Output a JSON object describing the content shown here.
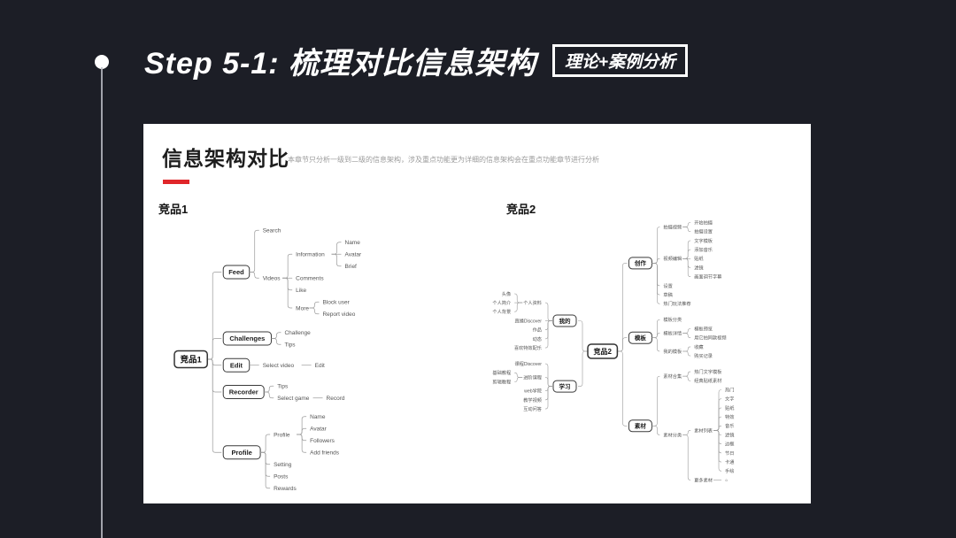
{
  "slide": {
    "step_title": "Step 5-1:  梳理对比信息架构",
    "badge": "理论+案例分析"
  },
  "card": {
    "title": "信息架构对比",
    "subtitle": "本章节只分析一级到二级的信息架构，涉及重点功能更为详细的信息架构会在重点功能章节进行分析",
    "accent_color": "#e0262a"
  },
  "sections": [
    {
      "label": "竞品1"
    },
    {
      "label": "竞品2"
    }
  ],
  "maps": [
    {
      "id": "mindmap-1",
      "root": {
        "label": "竞品1",
        "children": [
          {
            "label": "Feed",
            "children": [
              {
                "label": "Search"
              },
              {
                "label": "Videos",
                "children": [
                  {
                    "label": "Information",
                    "children": [
                      {
                        "label": "Name"
                      },
                      {
                        "label": "Avatar"
                      },
                      {
                        "label": "Brief"
                      }
                    ]
                  },
                  {
                    "label": "Comments"
                  },
                  {
                    "label": "Like"
                  },
                  {
                    "label": "More",
                    "children": [
                      {
                        "label": "Block user"
                      },
                      {
                        "label": "Report video"
                      }
                    ]
                  }
                ]
              }
            ]
          },
          {
            "label": "Challenges",
            "children": [
              {
                "label": "Challenge"
              },
              {
                "label": "Tips"
              }
            ]
          },
          {
            "label": "Edit",
            "children": [
              {
                "label": "Select video",
                "children": [
                  {
                    "label": "Edit"
                  }
                ]
              }
            ]
          },
          {
            "label": "Recorder",
            "children": [
              {
                "label": "Tips"
              },
              {
                "label": "Select game",
                "children": [
                  {
                    "label": "Record"
                  }
                ]
              }
            ]
          },
          {
            "label": "Profile",
            "children": [
              {
                "label": "Profile",
                "children": [
                  {
                    "label": "Name"
                  },
                  {
                    "label": "Avatar"
                  },
                  {
                    "label": "Followers"
                  },
                  {
                    "label": "Add friends"
                  }
                ]
              },
              {
                "label": "Setting"
              },
              {
                "label": "Posts"
              },
              {
                "label": "Rewards"
              }
            ]
          }
        ]
      }
    },
    {
      "id": "mindmap-2",
      "root": {
        "label": "竞品2",
        "children": [
          {
            "label": "我的",
            "side": "left",
            "children": [
              {
                "label": "个人资料",
                "children": [
                  {
                    "label": "头像"
                  },
                  {
                    "label": "个人简介"
                  },
                  {
                    "label": "个人背景"
                  }
                ]
              },
              {
                "label": "直播Discover"
              },
              {
                "label": "作品"
              },
              {
                "label": "动态"
              },
              {
                "label": "喜欢特效配乐"
              }
            ]
          },
          {
            "label": "学习",
            "side": "left",
            "children": [
              {
                "label": "课程Discover"
              },
              {
                "label": "进阶课程",
                "children": [
                  {
                    "label": "基础教程"
                  },
                  {
                    "label": "剪辑教程"
                  }
                ]
              },
              {
                "label": "web学院"
              },
              {
                "label": "教学视频"
              },
              {
                "label": "互动问答"
              }
            ]
          },
          {
            "label": "创作",
            "side": "right",
            "children": [
              {
                "label": "拍摄视频",
                "children": [
                  {
                    "label": "开始拍摄"
                  },
                  {
                    "label": "拍摄设置"
                  }
                ]
              },
              {
                "label": "视频编辑",
                "children": [
                  {
                    "label": "文字模板"
                  },
                  {
                    "label": "添加音乐"
                  },
                  {
                    "label": "贴纸"
                  },
                  {
                    "label": "滤镜"
                  },
                  {
                    "label": "画面调节字幕"
                  }
                ]
              },
              {
                "label": "设置"
              },
              {
                "label": "草稿"
              },
              {
                "label": "热门玩法推荐"
              }
            ]
          },
          {
            "label": "模板",
            "side": "right",
            "children": [
              {
                "label": "模板分类"
              },
              {
                "label": "模板详情",
                "children": [
                  {
                    "label": "模板预览"
                  },
                  {
                    "label": "用它拍同款视频"
                  }
                ]
              },
              {
                "label": "我的模板",
                "children": [
                  {
                    "label": "收藏"
                  },
                  {
                    "label": "购买记录"
                  }
                ]
              }
            ]
          },
          {
            "label": "素材",
            "side": "right",
            "children": [
              {
                "label": "素材合集",
                "children": [
                  {
                    "label": "热门文字模板"
                  },
                  {
                    "label": "经典贴纸素材"
                  }
                ]
              },
              {
                "label": "素材分类",
                "children": [
                  {
                    "label": "素材列表",
                    "children": [
                      {
                        "label": "热门"
                      },
                      {
                        "label": "文字"
                      },
                      {
                        "label": "贴纸"
                      },
                      {
                        "label": "特效"
                      },
                      {
                        "label": "音乐"
                      },
                      {
                        "label": "滤镜"
                      },
                      {
                        "label": "边框"
                      },
                      {
                        "label": "节日"
                      },
                      {
                        "label": "卡通"
                      },
                      {
                        "label": "手绘"
                      }
                    ]
                  },
                  {
                    "label": "更多素材",
                    "children": [
                      {
                        "label": "○"
                      }
                    ]
                  }
                ]
              }
            ]
          }
        ]
      }
    }
  ]
}
